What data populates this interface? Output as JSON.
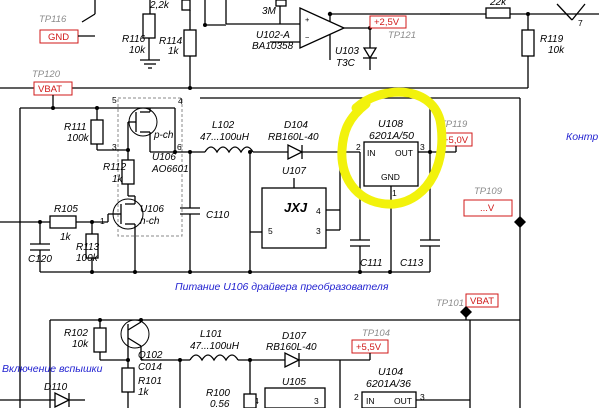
{
  "labels": {
    "tp116": "TP116",
    "tp121": "TP121",
    "tp120": "TP120",
    "tp119": "TP119",
    "tp109": "TP109",
    "tp101": "TP101",
    "tp104": "TP104",
    "net_gnd": "GND",
    "net_vbat1": "VBAT",
    "net_vbat2": "VBAT",
    "net_25v": "+2,5V",
    "net_50v": "+5,0V",
    "net_dotv": "...V",
    "net_55v": "+5,5V",
    "r116": "R116",
    "r116v": "10k",
    "r115v": "2,2k",
    "r114": "R114",
    "r114v": "1k",
    "m3": "3M",
    "u102a": "U102-A",
    "ba10358": "BA10358",
    "u103": "U103",
    "t3c": "T3C",
    "r119": "R119",
    "r119v": "10k",
    "r22k": "22k",
    "r111": "R111",
    "r111v": "100k",
    "pch": "p-ch",
    "u106a": "U106",
    "ao6601": "AO6601",
    "r112": "R112",
    "r112v": "1k",
    "r105": "R105",
    "r105v": "1k",
    "u106b": "U106",
    "nch": "n-ch",
    "r113": "R113",
    "r113v": "100k",
    "c120": "C120",
    "l102": "L102",
    "l102v": "47...100uH",
    "d104": "D104",
    "d104v": "RB160L-40",
    "c110": "C110",
    "u107": "U107",
    "jxj": "JXJ",
    "c111": "C111",
    "c113": "C113",
    "u108": "U108",
    "u108v": "6201A/50",
    "in1": "IN",
    "out1": "OUT",
    "gnd1": "GND",
    "p2": "2",
    "p3": "3",
    "p1": "1",
    "pin5": "5",
    "pin4": "4",
    "pin3": "3",
    "pin6": "6",
    "pin1": "1",
    "p7": "7",
    "caption": "Питание U106 драйвера преобразователя",
    "kontr": "Контр",
    "r102": "R102",
    "r102v": "10k",
    "q102": "Q102",
    "q102v": "C014",
    "r101": "R101",
    "r101v": "1k",
    "l101": "L101",
    "l101v": "47...100uH",
    "d107": "D107",
    "d107v": "RB160L-40",
    "r100": "R100",
    "r100v": "0.56",
    "u105": "U105",
    "u104": "U104",
    "u104v": "6201A/36",
    "in2": "IN",
    "out2": "OUT",
    "vkl": "Включение вспышки",
    "d110": "D110"
  },
  "colors": {
    "highlight": "#f2f20c",
    "net_box": "#d01a1a",
    "caption": "#1f1fd0",
    "testpoint": "#8c8c8c"
  }
}
